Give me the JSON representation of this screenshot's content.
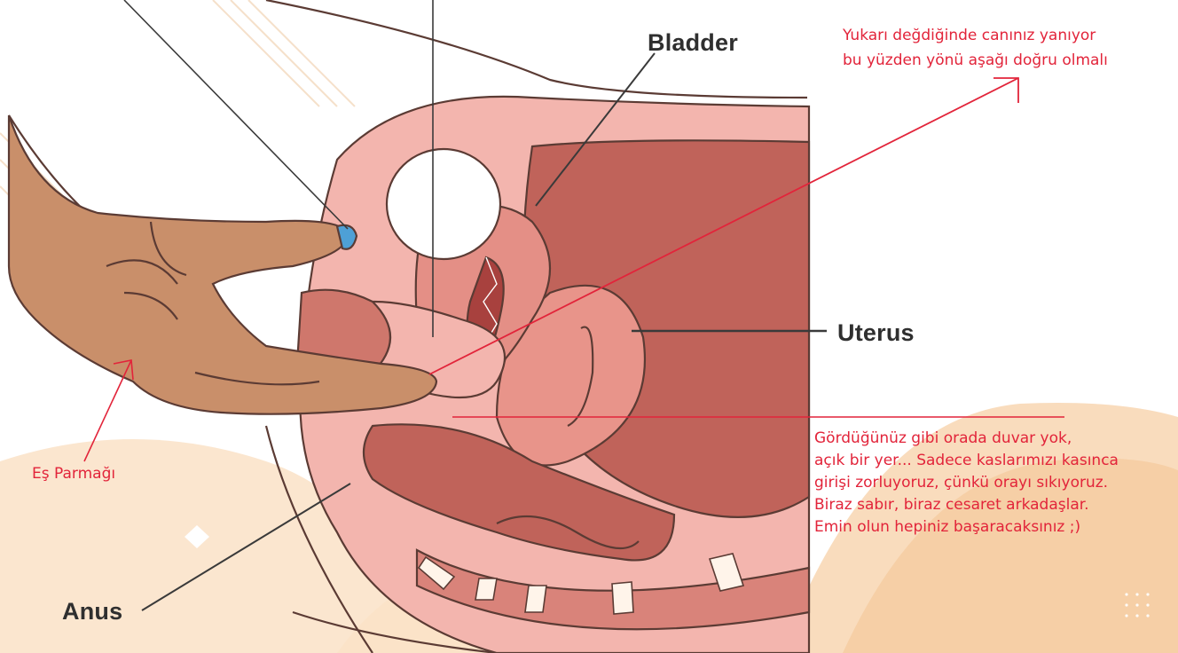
{
  "labels": {
    "bladder": "Bladder",
    "uterus": "Uterus",
    "anus": "Anus"
  },
  "annotations": {
    "top_note": {
      "lines": [
        "Yukarı değdiğinde canınız yanıyor",
        "bu yüzden yönü aşağı doğru olmalı"
      ]
    },
    "partner_finger": "Eş Parmağı",
    "bottom_note": {
      "lines": [
        "Gördüğünüz gibi orada duvar yok,",
        "açık bir yer... Sadece kaslarımızı kasınca",
        "girişi zorluyoruz, çünkü orayı sıkıyoruz.",
        "Biraz sabır, biraz cesaret arkadaşlar.",
        "Emin olun hepiniz başaracaksınız ;)"
      ]
    }
  },
  "colors": {
    "annotation_red": "#e2243a",
    "label_dark": "#2f2f2f",
    "skin": "#c98f6a",
    "tissue_light": "#f3b5ae",
    "tissue_mid": "#e48f86",
    "tissue_dark": "#c0635a",
    "background_peach": "#f7d9b8"
  }
}
